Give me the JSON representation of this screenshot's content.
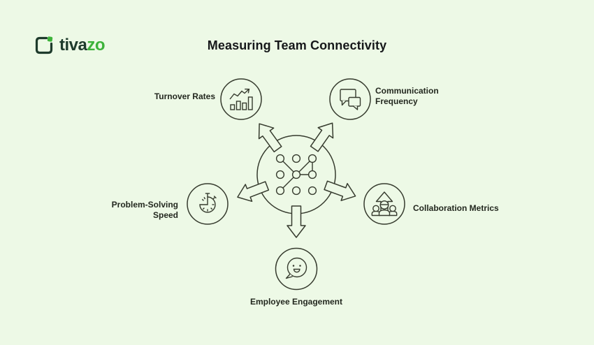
{
  "logo": {
    "brand_prefix": "tiva",
    "brand_suffix": "zo"
  },
  "header": {
    "title": "Measuring Team Connectivity"
  },
  "diagram": {
    "hub": {
      "icon": "network-nodes-icon"
    },
    "nodes": [
      {
        "id": "turnover",
        "label": "Turnover Rates",
        "icon": "bar-chart-trend-icon",
        "position": "top-left"
      },
      {
        "id": "communication",
        "label": "Communication Frequency",
        "icon": "chat-bubbles-icon",
        "position": "top-right"
      },
      {
        "id": "problem",
        "label": "Problem-Solving Speed",
        "icon": "stopwatch-icon",
        "position": "left"
      },
      {
        "id": "collaboration",
        "label": "Collaboration Metrics",
        "icon": "team-growth-icon",
        "position": "right"
      },
      {
        "id": "employee",
        "label": "Employee Engagement",
        "icon": "smiley-bubble-icon",
        "position": "bottom"
      }
    ]
  },
  "colors": {
    "background": "#edf9e6",
    "line": "#363b2e",
    "text": "#23281f",
    "title": "#16181a",
    "logo_dark": "#1e3b2c",
    "logo_green": "#3db33a"
  }
}
